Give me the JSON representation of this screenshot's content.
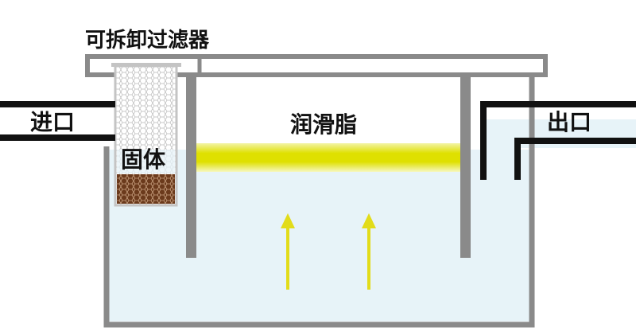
{
  "labels": {
    "filter": "可拆卸过滤器",
    "inlet": "进口",
    "grease": "润滑脂",
    "solids": "固体",
    "outlet": "出口"
  },
  "colors": {
    "water": "#e7f3f8",
    "tank_wall": "#8a8a8a",
    "pipe": "#111111",
    "grease_band": "#dfe000",
    "arrow": "#e2dc1a",
    "solid_mesh": "#6b3a1c",
    "background": "#ffffff"
  },
  "icons": {
    "rising_flow": "up-arrow-icon"
  }
}
